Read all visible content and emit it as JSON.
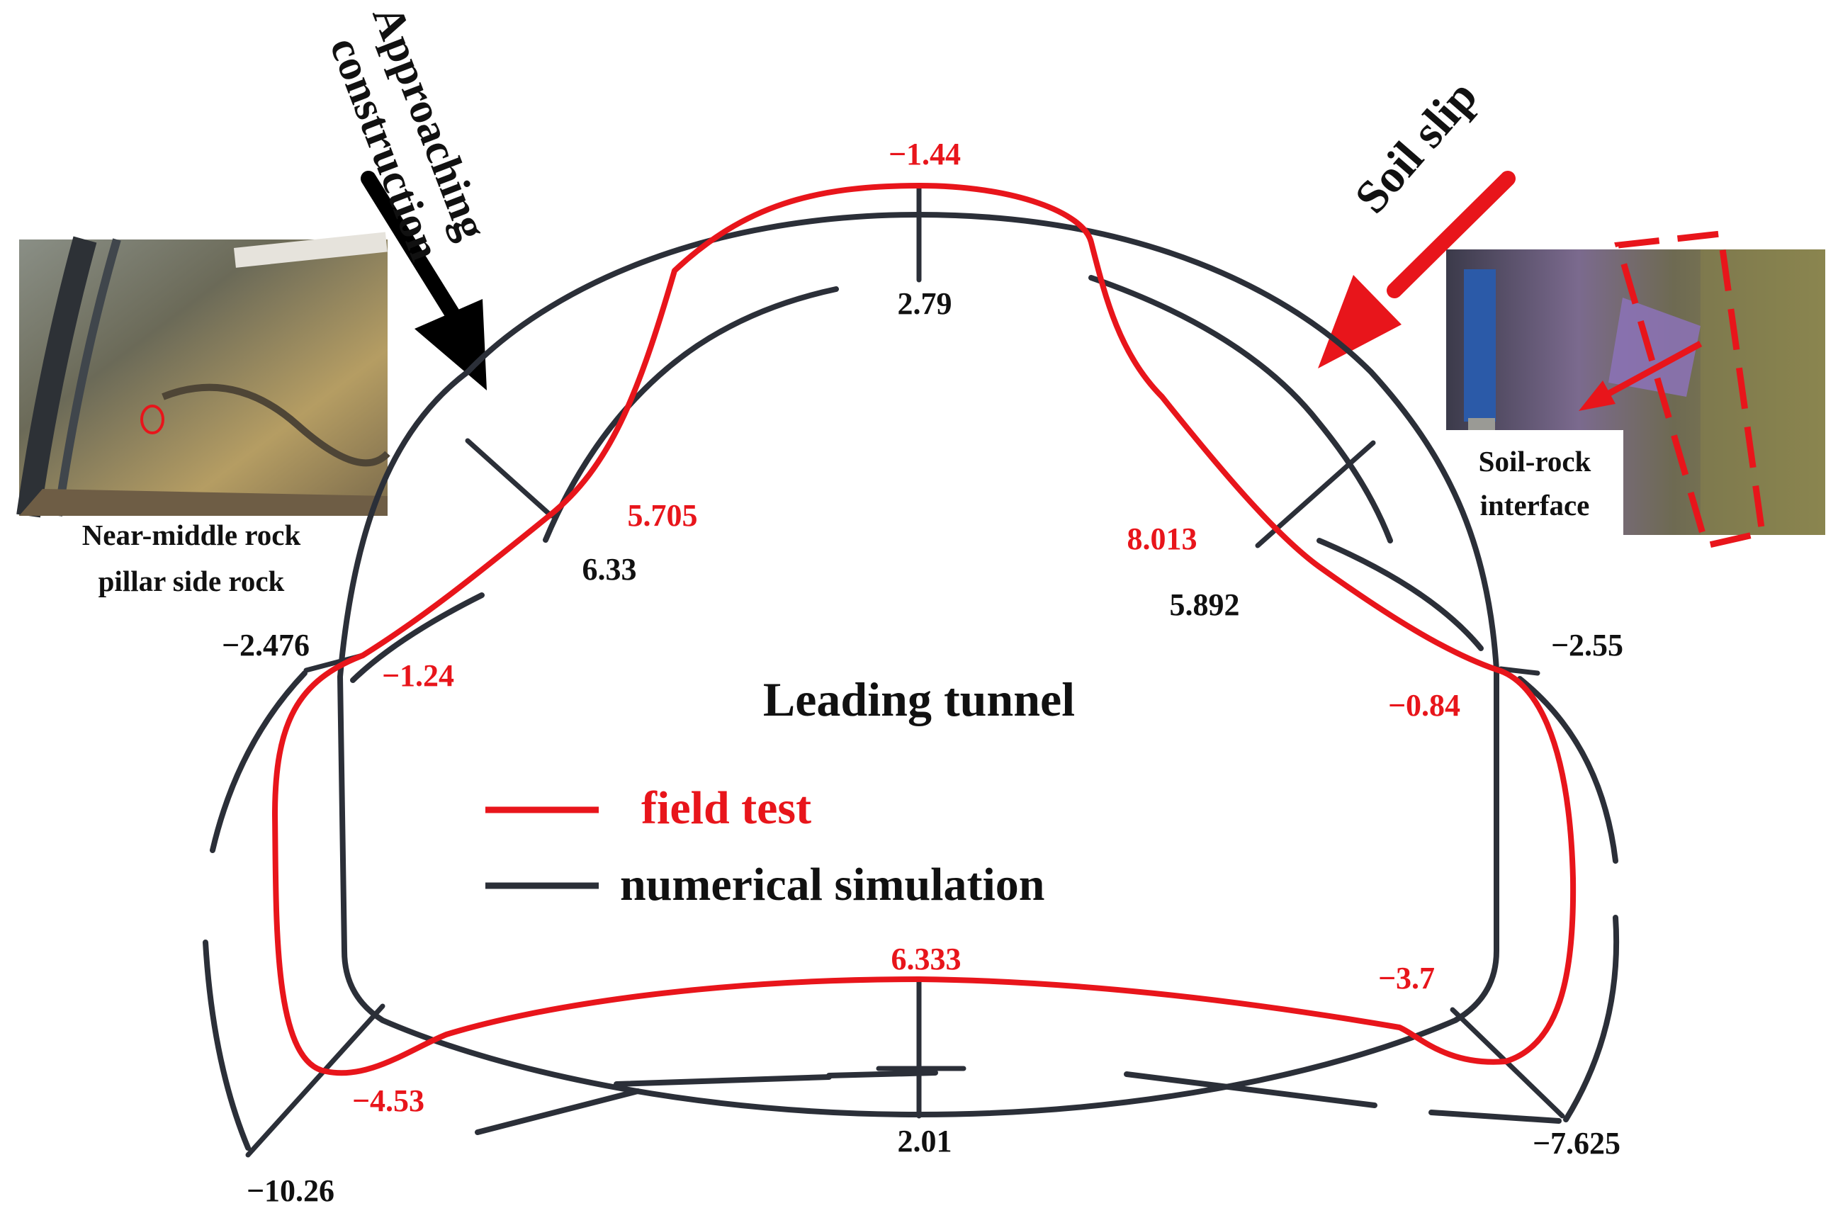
{
  "header": {
    "approach_line1": "Approaching",
    "approach_line2": "construction",
    "soil_slip": "Soil slip"
  },
  "photos": {
    "left_caption_line1": "Near-middle rock",
    "left_caption_line2": "pillar side rock",
    "right_caption_line1": "Soil-rock",
    "right_caption_line2": "interface"
  },
  "tunnel": {
    "title": "Leading tunnel"
  },
  "legend": {
    "field_test": "field test",
    "numerical_simulation": "numerical simulation"
  },
  "field_test_values": {
    "crown": "−1.44",
    "left_upper": "5.705",
    "right_upper": "8.013",
    "left_spring": "−1.24",
    "right_spring": "−0.84",
    "invert_center": "6.333",
    "left_foot": "−4.53",
    "right_foot": "−3.7"
  },
  "simulation_values": {
    "crown": "2.79",
    "left_upper": "6.33",
    "right_upper": "5.892",
    "left_spring": "−2.476",
    "right_spring": "−2.55",
    "invert_center": "2.01",
    "left_foot": "−10.26",
    "right_foot": "−7.625"
  },
  "colors": {
    "field_test": "#e8151b",
    "numerical_simulation": "#2b2f38"
  },
  "icons": [
    "approach-arrow-icon",
    "soil-slip-arrow-icon"
  ]
}
